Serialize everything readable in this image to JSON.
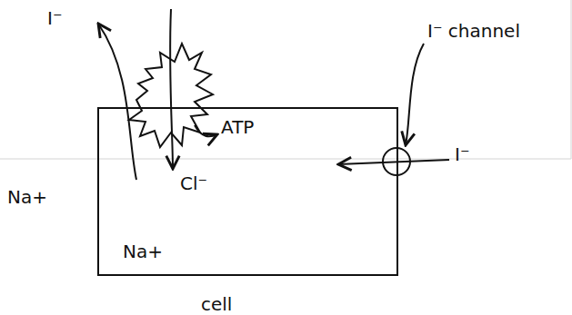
{
  "diagram": {
    "nodes": [
      {
        "text": [
          "cell"
        ]
      }
    ],
    "labels": [
      "I⁻",
      "I⁻ channel",
      "ATP",
      "Cl⁻",
      "I⁻",
      "Na+",
      "Na+"
    ]
  }
}
